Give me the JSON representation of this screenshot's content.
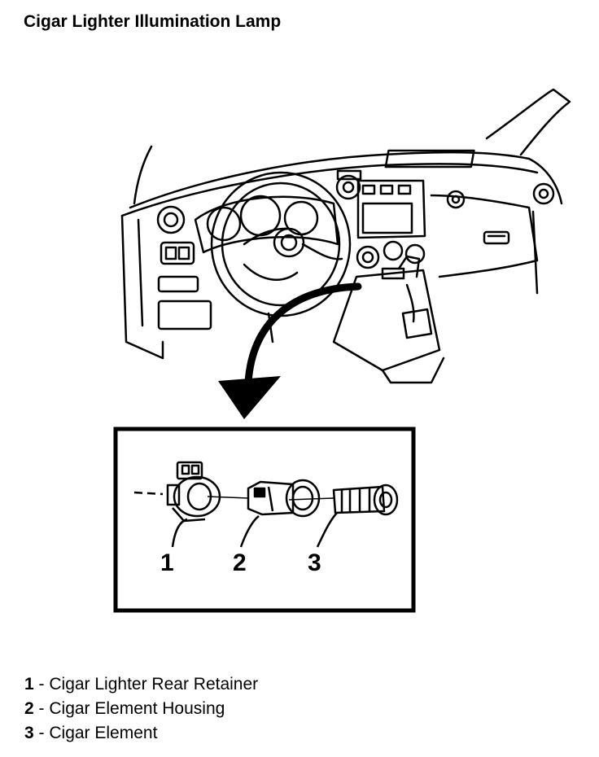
{
  "title": "Cigar Lighter Illumination Lamp",
  "callouts": [
    "1",
    "2",
    "3"
  ],
  "legend": [
    {
      "num": "1",
      "sep": " - ",
      "text": "Cigar Lighter Rear Retainer"
    },
    {
      "num": "2",
      "sep": " - ",
      "text": "Cigar Element Housing"
    },
    {
      "num": "3",
      "sep": " - ",
      "text": "Cigar Element"
    }
  ]
}
